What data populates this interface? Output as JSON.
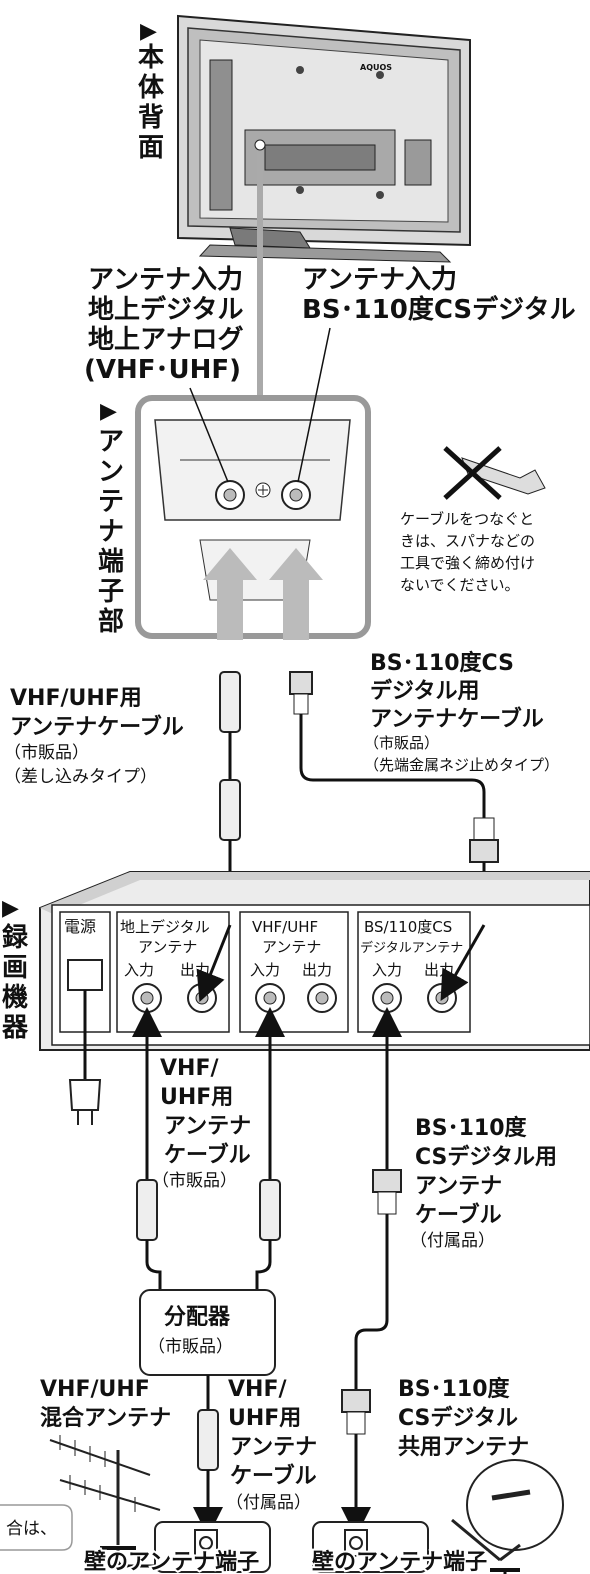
{
  "tv": {
    "side_label": [
      "▶",
      "本",
      "体",
      "背",
      "面"
    ],
    "brand": "AQUOS"
  },
  "antenna_terminal": {
    "side_label": [
      "▶",
      "ア",
      "ン",
      "テ",
      "ナ",
      "端",
      "子",
      "部"
    ],
    "left_input_label": [
      "アンテナ入力",
      "地上デジタル",
      "地上アナログ",
      "(VHF･UHF)"
    ],
    "right_input_label": [
      "アンテナ入力",
      "BS･110度CSデジタル"
    ]
  },
  "warning_note": [
    "ケーブルをつなぐと",
    "きは、スパナなどの",
    "工具で強く締め付け",
    "ないでください。"
  ],
  "cable_vhf_top": [
    "VHF/UHF用",
    "アンテナケーブル",
    "（市販品）",
    "（差し込みタイプ）"
  ],
  "cable_bs_top": [
    "BS･110度CS",
    "デジタル用",
    "アンテナケーブル",
    "（市販品）",
    "（先端金属ネジ止めタイプ）"
  ],
  "recorder": {
    "side_label": [
      "▶",
      "録",
      "画",
      "機",
      "器"
    ],
    "power_label": "電源",
    "terrestrial_title": [
      "地上デジタル",
      "アンテナ"
    ],
    "vhf_title": [
      "VHF/UHF",
      "アンテナ"
    ],
    "bs_title": [
      "BS/110度CS",
      "デジタルアンテナ"
    ],
    "input_label": "入力",
    "output_label": "出力"
  },
  "cable_vhf_mid": [
    "VHF/",
    "UHF用",
    "アンテナ",
    "ケーブル",
    "（市販品）"
  ],
  "cable_bs_mid": [
    "BS･110度",
    "CSデジタル用",
    "アンテナ",
    "ケーブル",
    "（付属品）"
  ],
  "splitter": [
    "分配器",
    "（市販品）"
  ],
  "vhf_antenna_label": [
    "VHF/UHF",
    "混合アンテナ"
  ],
  "cable_vhf_bottom": [
    "VHF/",
    "UHF用",
    "アンテナ",
    "ケーブル",
    "（付属品）"
  ],
  "bs_antenna_label": [
    "BS･110度",
    "CSデジタル",
    "共用アンテナ"
  ],
  "wall_terminal_left": "壁のアンテナ端子",
  "wall_terminal_right": "壁のアンテナ端子",
  "side_note": "合は、"
}
